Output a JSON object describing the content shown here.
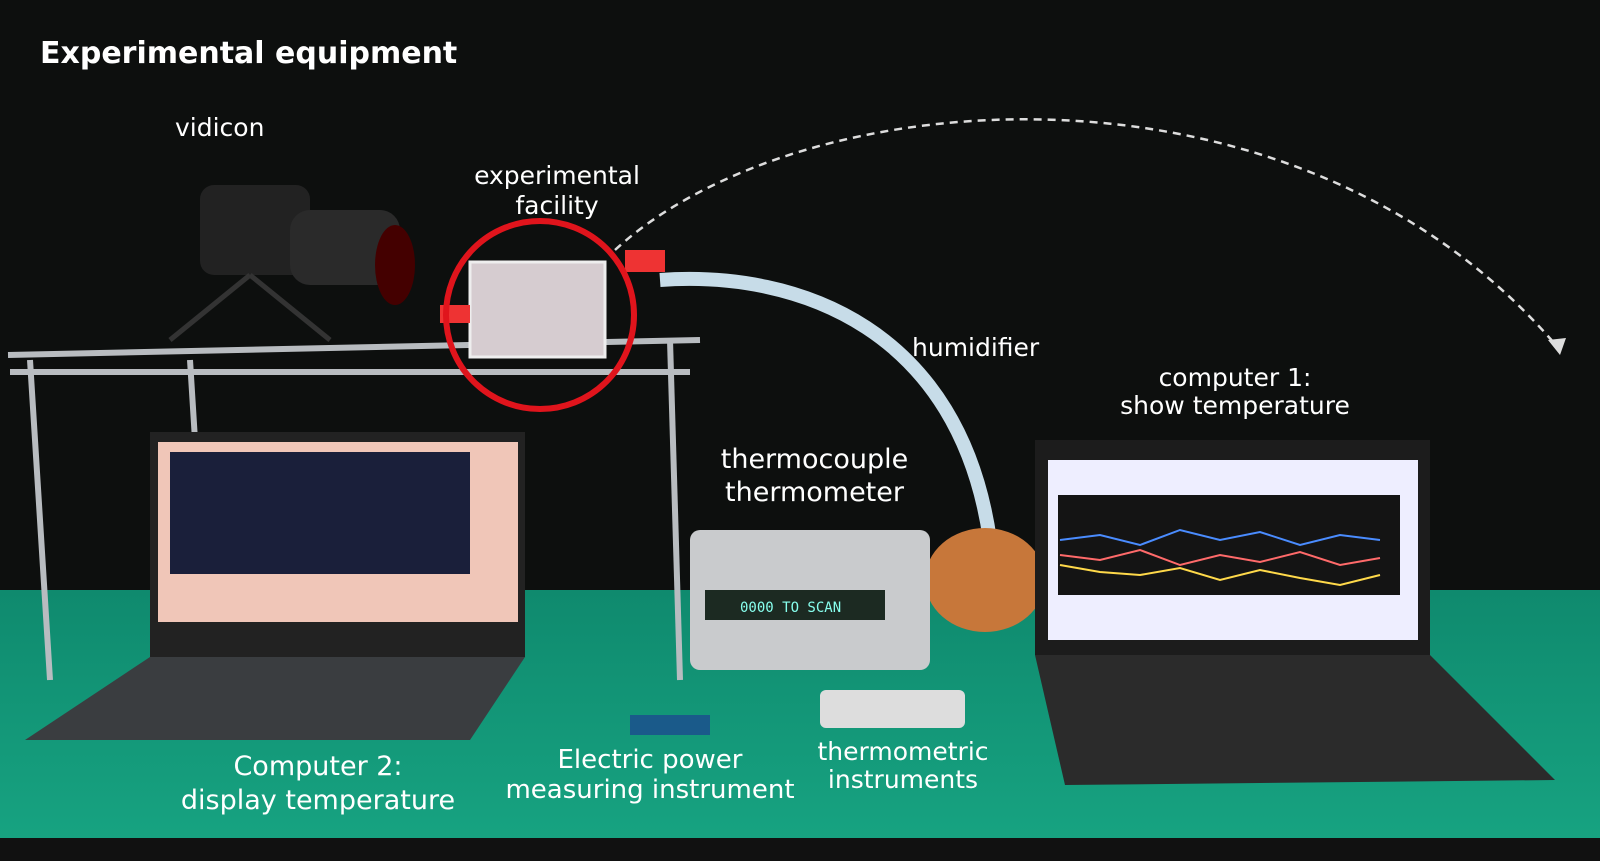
{
  "title": "Experimental equipment",
  "labels": {
    "vidicon": "vidicon",
    "experimental_facility": [
      "experimental",
      "facility"
    ],
    "humidifier": "humidifier",
    "computer1": [
      "computer 1:",
      "show temperature"
    ],
    "thermocouple": [
      "thermocouple",
      "thermometer"
    ],
    "computer2": [
      "Computer 2:",
      "display temperature"
    ],
    "power": [
      "Electric power",
      "measuring instrument"
    ],
    "thermometric": [
      "thermometric",
      "instruments"
    ]
  },
  "colors": {
    "table": "#17a381",
    "background": "#0d0f0e",
    "highlight_circle": "#e0141c"
  }
}
